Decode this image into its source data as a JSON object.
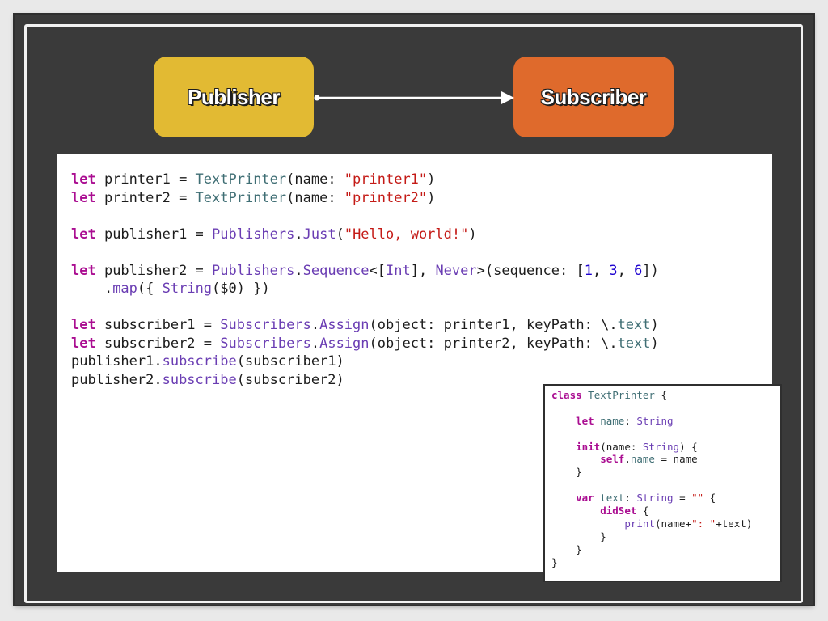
{
  "diagram": {
    "publisher_label": "Publisher",
    "subscriber_label": "Subscriber",
    "colors": {
      "publisher": "#e2ba33",
      "subscriber": "#df6a2c",
      "background": "#3a3a3a"
    }
  },
  "main_code": {
    "lines": [
      [
        [
          "kw",
          "let"
        ],
        [
          "plain",
          " printer1 = "
        ],
        [
          "ty",
          "TextPrinter"
        ],
        [
          "plain",
          "(name: "
        ],
        [
          "str",
          "\"printer1\""
        ],
        [
          "plain",
          ")"
        ]
      ],
      [
        [
          "kw",
          "let"
        ],
        [
          "plain",
          " printer2 = "
        ],
        [
          "ty",
          "TextPrinter"
        ],
        [
          "plain",
          "(name: "
        ],
        [
          "str",
          "\"printer2\""
        ],
        [
          "plain",
          ")"
        ]
      ],
      [],
      [
        [
          "kw",
          "let"
        ],
        [
          "plain",
          " publisher1 = "
        ],
        [
          "fn",
          "Publishers"
        ],
        [
          "plain",
          "."
        ],
        [
          "fn",
          "Just"
        ],
        [
          "plain",
          "("
        ],
        [
          "str",
          "\"Hello, world!\""
        ],
        [
          "plain",
          ")"
        ]
      ],
      [],
      [
        [
          "kw",
          "let"
        ],
        [
          "plain",
          " publisher2 = "
        ],
        [
          "fn",
          "Publishers"
        ],
        [
          "plain",
          "."
        ],
        [
          "fn",
          "Sequence"
        ],
        [
          "plain",
          "<["
        ],
        [
          "fn",
          "Int"
        ],
        [
          "plain",
          "], "
        ],
        [
          "fn",
          "Never"
        ],
        [
          "plain",
          ">(sequence: ["
        ],
        [
          "num",
          "1"
        ],
        [
          "plain",
          ", "
        ],
        [
          "num",
          "3"
        ],
        [
          "plain",
          ", "
        ],
        [
          "num",
          "6"
        ],
        [
          "plain",
          "])"
        ]
      ],
      [
        [
          "plain",
          "    ."
        ],
        [
          "fn",
          "map"
        ],
        [
          "plain",
          "({ "
        ],
        [
          "fn",
          "String"
        ],
        [
          "plain",
          "($0) })"
        ]
      ],
      [],
      [
        [
          "kw",
          "let"
        ],
        [
          "plain",
          " subscriber1 = "
        ],
        [
          "fn",
          "Subscribers"
        ],
        [
          "plain",
          "."
        ],
        [
          "fn",
          "Assign"
        ],
        [
          "plain",
          "(object: printer1, keyPath: \\."
        ],
        [
          "ty",
          "text"
        ],
        [
          "plain",
          ")"
        ]
      ],
      [
        [
          "kw",
          "let"
        ],
        [
          "plain",
          " subscriber2 = "
        ],
        [
          "fn",
          "Subscribers"
        ],
        [
          "plain",
          "."
        ],
        [
          "fn",
          "Assign"
        ],
        [
          "plain",
          "(object: printer2, keyPath: \\."
        ],
        [
          "ty",
          "text"
        ],
        [
          "plain",
          ")"
        ]
      ],
      [
        [
          "plain",
          "publisher1."
        ],
        [
          "fn",
          "subscribe"
        ],
        [
          "plain",
          "(subscriber1)"
        ]
      ],
      [
        [
          "plain",
          "publisher2."
        ],
        [
          "fn",
          "subscribe"
        ],
        [
          "plain",
          "(subscriber2)"
        ]
      ]
    ]
  },
  "class_code": {
    "lines": [
      [
        [
          "kw",
          "class"
        ],
        [
          "plain",
          " "
        ],
        [
          "ty",
          "TextPrinter"
        ],
        [
          "plain",
          " {"
        ]
      ],
      [],
      [
        [
          "plain",
          "    "
        ],
        [
          "kw",
          "let"
        ],
        [
          "plain",
          " "
        ],
        [
          "ty",
          "name"
        ],
        [
          "plain",
          ": "
        ],
        [
          "fn",
          "String"
        ]
      ],
      [],
      [
        [
          "plain",
          "    "
        ],
        [
          "kw",
          "init"
        ],
        [
          "plain",
          "(name: "
        ],
        [
          "fn",
          "String"
        ],
        [
          "plain",
          ") {"
        ]
      ],
      [
        [
          "plain",
          "        "
        ],
        [
          "kw",
          "self"
        ],
        [
          "plain",
          "."
        ],
        [
          "ty",
          "name"
        ],
        [
          "plain",
          " = name"
        ]
      ],
      [
        [
          "plain",
          "    }"
        ]
      ],
      [],
      [
        [
          "plain",
          "    "
        ],
        [
          "kw",
          "var"
        ],
        [
          "plain",
          " "
        ],
        [
          "ty",
          "text"
        ],
        [
          "plain",
          ": "
        ],
        [
          "fn",
          "String"
        ],
        [
          "plain",
          " = "
        ],
        [
          "str",
          "\"\""
        ],
        [
          "plain",
          " {"
        ]
      ],
      [
        [
          "plain",
          "        "
        ],
        [
          "kw",
          "didSet"
        ],
        [
          "plain",
          " {"
        ]
      ],
      [
        [
          "plain",
          "            "
        ],
        [
          "fn",
          "print"
        ],
        [
          "plain",
          "(name+"
        ],
        [
          "str",
          "\": \""
        ],
        [
          "plain",
          "+text)"
        ]
      ],
      [
        [
          "plain",
          "        }"
        ]
      ],
      [
        [
          "plain",
          "    }"
        ]
      ],
      [
        [
          "plain",
          "}"
        ]
      ]
    ]
  }
}
